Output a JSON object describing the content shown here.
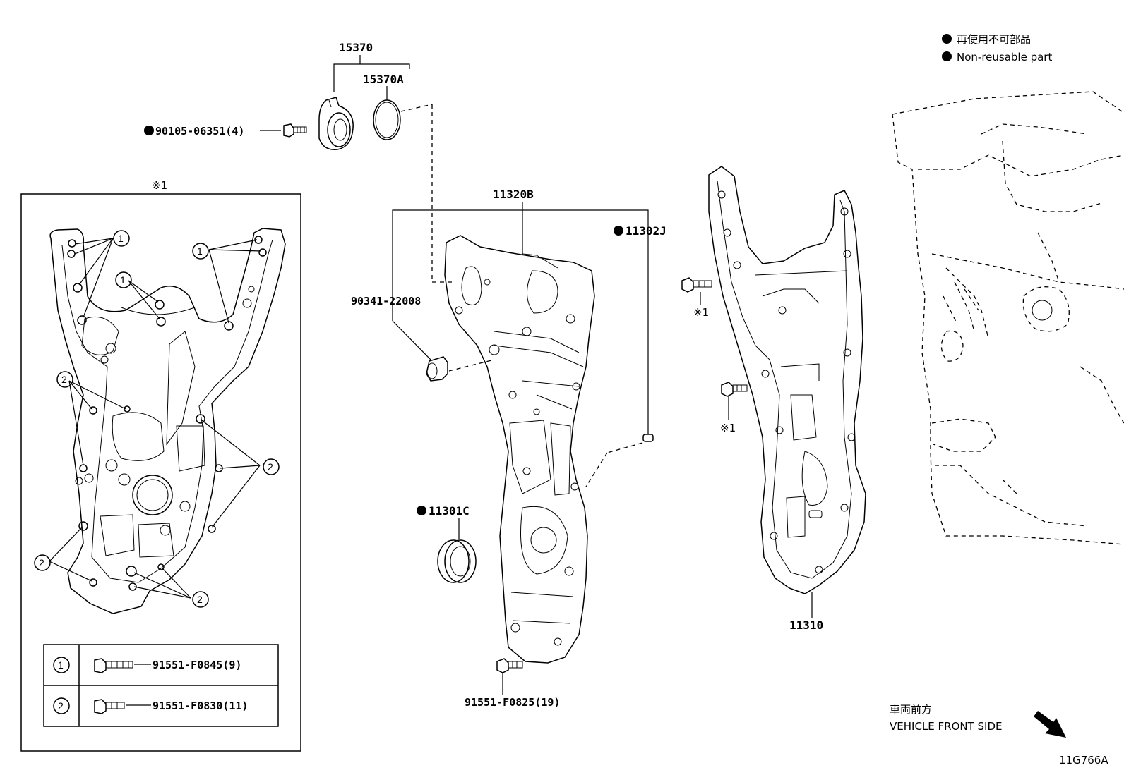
{
  "legend": {
    "jp": "再使用不可部品",
    "en": "Non-reusable part"
  },
  "parts": {
    "p15370": "15370",
    "p15370A": "15370A",
    "p90105": "90105-06351(4)",
    "p11320B": "11320B",
    "p11302J": "11302J",
    "p90341": "90341-22008",
    "p11301C": "11301C",
    "p91551_0825": "91551-F0825(19)",
    "p11310": "11310",
    "note_ref": "※1"
  },
  "inset": {
    "title": "※1",
    "callout_1": "1",
    "callout_2": "2",
    "table": [
      {
        "key": "1",
        "part": "91551-F0845(9)"
      },
      {
        "key": "2",
        "part": "91551-F0830(11)"
      }
    ]
  },
  "direction": {
    "jp": "車両前方",
    "en": "VEHICLE FRONT SIDE"
  },
  "diagram_id": "11G766A"
}
